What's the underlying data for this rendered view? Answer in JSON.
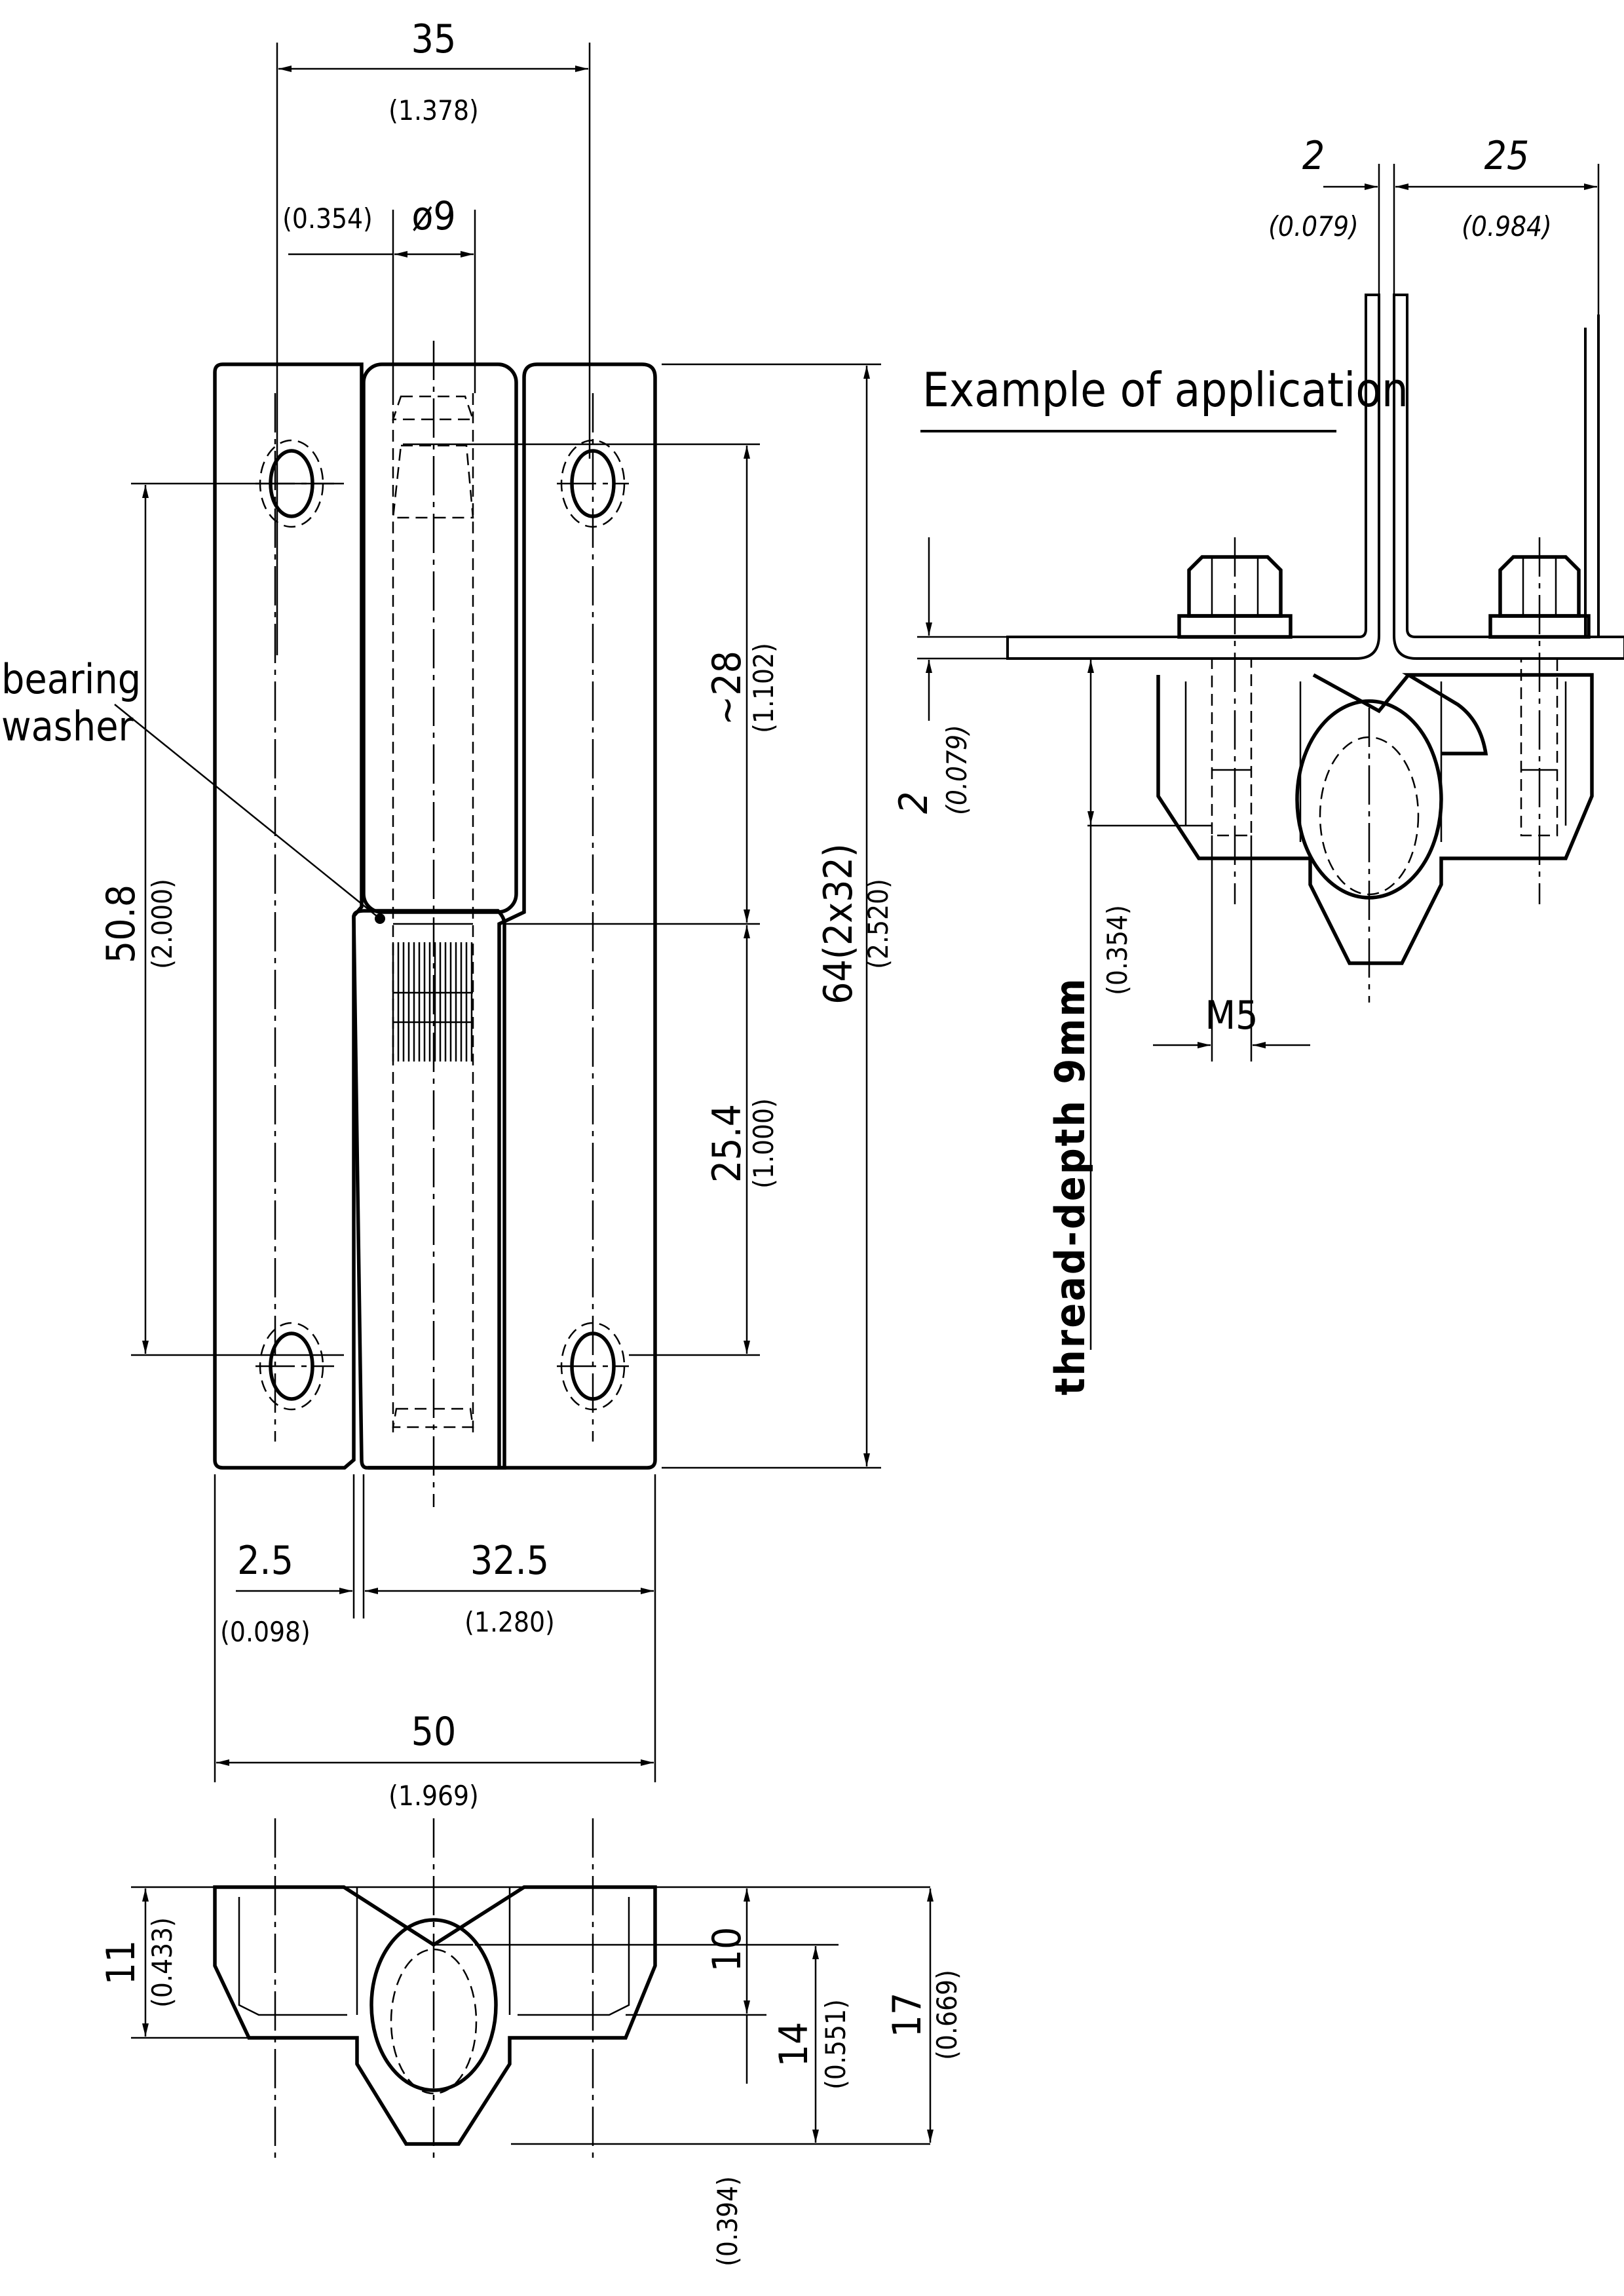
{
  "title": "Example of application",
  "labels": {
    "bearing_line1": "bearing",
    "bearing_line2": "washer",
    "thread_depth": "thread-depth 9mm",
    "thread_depth_sub": "(0.354)",
    "m5": "M5"
  },
  "dimensions": {
    "d35": "35",
    "d35_in": "(1.378)",
    "d9": "ø9",
    "d9_in": "(0.354)",
    "d50_8": "50.8",
    "d50_8_in": "(2.000)",
    "d28": "~28",
    "d28_in": "(1.102)",
    "d64": "64(2x32)",
    "d64_in": "(2.520)",
    "d25_4": "25.4",
    "d25_4_in": "(1.000)",
    "d2_5": "2.5",
    "d2_5_in": "(0.098)",
    "d32_5": "32.5",
    "d32_5_in": "(1.280)",
    "d50": "50",
    "d50_in": "(1.969)",
    "d11": "11",
    "d11_in": "(0.433)",
    "d10": "10",
    "d10_in": "(0.394)",
    "d14": "14",
    "d14_in": "(0.551)",
    "d17": "17",
    "d17_in": "(0.669)",
    "d2": "2",
    "d2_in": "(0.079)",
    "d25": "25",
    "d25_in": "(0.984)",
    "d2v": "2",
    "d2v_in": "(0.079)"
  },
  "colors": {
    "line": "#000000",
    "background": "#ffffff"
  }
}
